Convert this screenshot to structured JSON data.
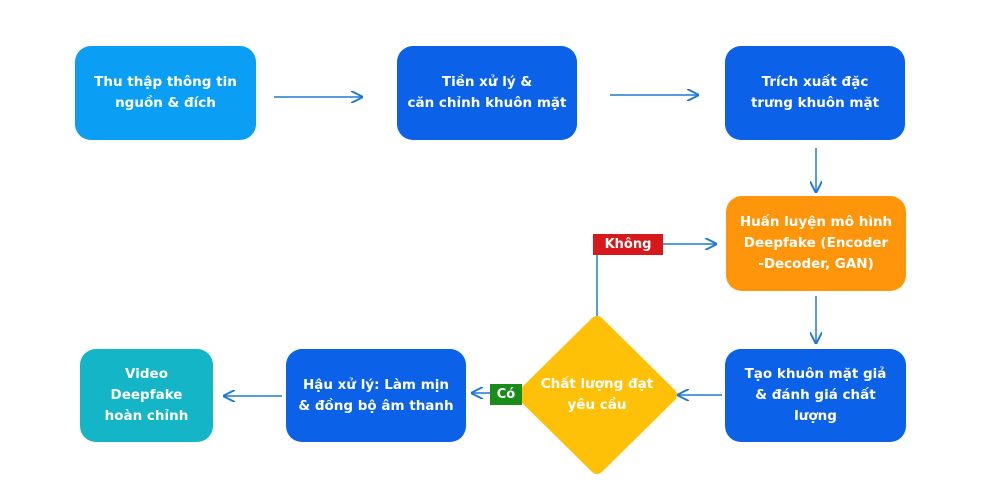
{
  "colors": {
    "light_blue": "#0A9EF5",
    "blue": "#0B62E8",
    "orange": "#FF950A",
    "teal": "#14B5C7",
    "yellow": "#FFC107",
    "arrow": "#1E78D6",
    "no_badge": "#D7191C",
    "yes_badge": "#1A8C1A"
  },
  "nodes": {
    "collect": "Thu thập thông tin\nnguồn & đích",
    "preprocess": "Tiền xử lý &\ncăn chỉnh khuôn mặt",
    "extract": "Trích xuất đặc\ntrưng khuôn mặt",
    "train": "Huấn luyện mô hình\nDeepfake (Encoder\n-Decoder, GAN)",
    "generate": "Tạo khuôn mặt giả\n& đánh giá chất lượng",
    "decision": "Chất lượng đạt\nyêu cầu",
    "postprocess": "Hậu xử lý: Làm mịn\n& đồng bộ âm thanh",
    "final": "Video Deepfake\nhoàn chỉnh"
  },
  "labels": {
    "no": "Không",
    "yes": "Có"
  }
}
